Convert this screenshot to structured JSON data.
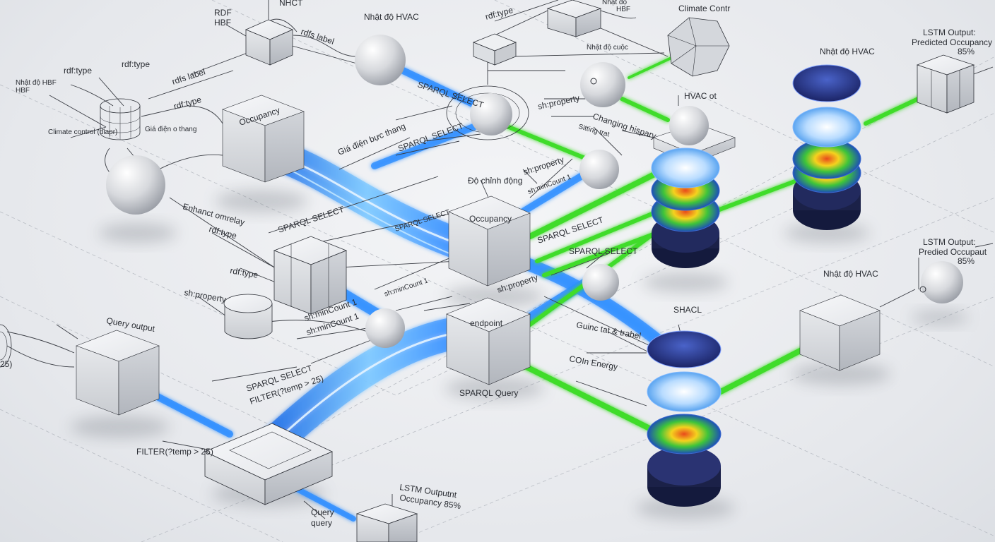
{
  "labels": {
    "rdf_hbf": "RDF",
    "hbf": "HBF",
    "rdfs_label_top": "rdfs label",
    "nhiet_hvac_top": "Nhật độ HVAC",
    "climate_contr": "Climate Contr",
    "rdf_type_mid": "rdf:type",
    "rdf_type_left": "rdf:type",
    "rdfs_label_left": "rdfs label",
    "rdf_type_left2": "rdf:type",
    "nhiet_hbf": "HBF",
    "climate_control": "Climate control (diapr)",
    "gia_dien": "Giá điện o thang",
    "occupancy_left": "Occupancy",
    "gia_dien_bac": "Giá điện bực thang",
    "sparql_select_1": "SPARQL SELECT",
    "sparql_select_2": "SPARQL SELECT",
    "nhiet_do_2": "Nhật độ cuộc",
    "sh_property_1": "sh:property",
    "hvac_ot": "HVAC ot",
    "changing": "Changing hispary",
    "sitting": "Sitting trat",
    "de_chinh": "Độ chỉnh động",
    "sh_property_2": "sh:property",
    "sh_min_count_1": "sh:minCount 1",
    "enhanct": "Enhanct omrelay",
    "rdfs_type_c": "rdf:type",
    "sparql_select_3": "SPARQL SELECT",
    "occupancy_center": "Occupancy",
    "sparql_select_4": "SPARQL SELECT",
    "sparql_select_5": "SPARQL SELECT",
    "rdf_type_3": "rdf:type",
    "sh_property_3": "sh:property",
    "sh_min_count_2": "sh:minCount 1",
    "sh_min_count_3": "sh:minCount 1",
    "sh_min_count_4": "sh:minCount 1",
    "query_output": "Query output",
    "sh_property_4": "sh:property",
    "endpoint": "endpoint",
    "filter_1": "SPARQL SELECT",
    "filter_2": "FILTER(?temp > 25)",
    "filter_3": "FILTER(?temp > 25)",
    "sparql_query": "SPARQL Query",
    "coin_energy": "COIn Energy",
    "guinc": "Guinc tat & trabel",
    "shacl": "SHACL",
    "nhiet_hvac_right": "Nhật độ HVAC",
    "lstm_output_right_1": "LSTM Output:",
    "lstm_output_right_2": "Predicted Occupancy",
    "lstm_output_right_3": "85%",
    "nhiet_hvac_right2": "Nhật độ HVAC",
    "lstm_output_r2_1": "LSTM Output:",
    "lstm_output_r2_2": "Predied Occupaut",
    "lstm_output_r2_3": "85%",
    "lstm_bottom_1": "LSTM Outputnt",
    "lstm_bottom_2": "Occupancy 85%",
    "query_bottom_1": "Query",
    "query_bottom_2": "query",
    "sh_min_left": "sh:minCount 1",
    "left_paren": "25)",
    "nhiet_hbf2": "HBF",
    "mhapp_hbf": "Nhật độ HBF",
    "top_nhrct": "NHCT",
    "top_hbf": "HBF",
    "top_nhiet": "Nhật độ"
  },
  "colors": {
    "blue_flow": "#2f8fff",
    "green_beam": "#3fdc2a",
    "node_gray": "#d6d8dc",
    "outline": "#2e3138"
  }
}
